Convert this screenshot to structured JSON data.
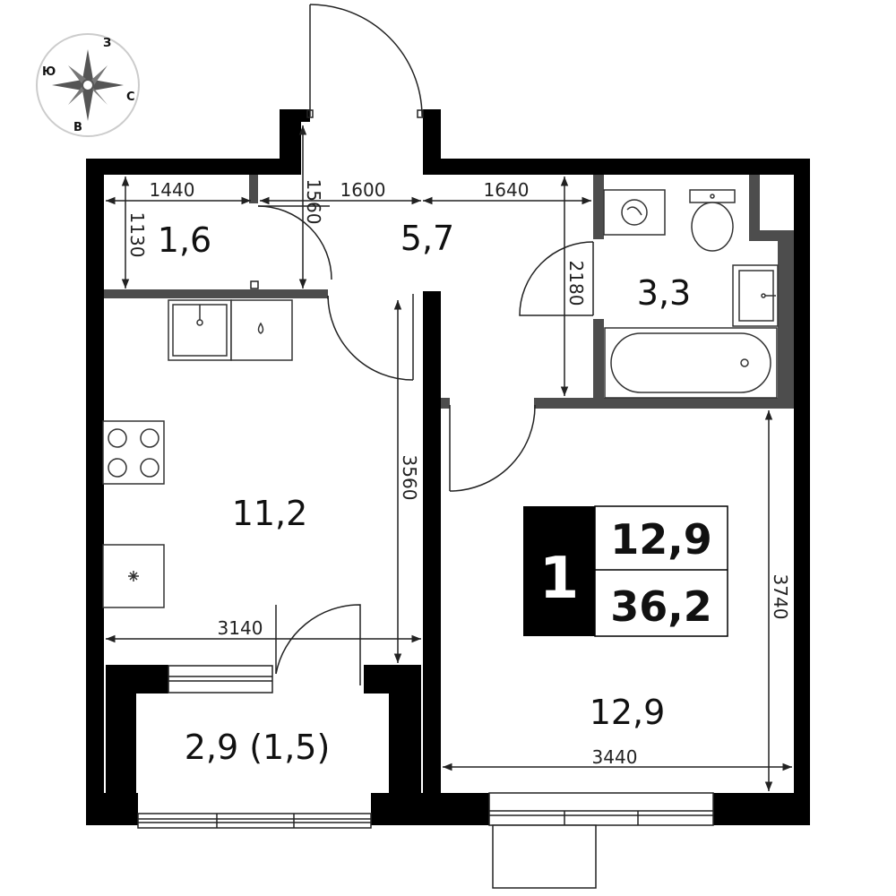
{
  "compass": {
    "n": "З",
    "e": "С",
    "s": "В",
    "w": "Ю"
  },
  "rooms": {
    "hall_small": "1,6",
    "corridor": "5,7",
    "bathroom": "3,3",
    "kitchen": "11,2",
    "living_room": "12,9",
    "balcony": "2,9 (1,5)"
  },
  "dimensions": {
    "d1440": "1440",
    "d1600": "1600",
    "d1640": "1640",
    "d1130": "1130",
    "d1560": "1560",
    "d2180": "2180",
    "d3560": "3560",
    "d3140": "3140",
    "d3740": "3740",
    "d3440": "3440"
  },
  "badge": {
    "rooms_count": "1",
    "living_area": "12,9",
    "total_area": "36,2"
  },
  "colors": {
    "wall": "#000000",
    "partition": "#4d4d4d",
    "line": "#222222"
  }
}
